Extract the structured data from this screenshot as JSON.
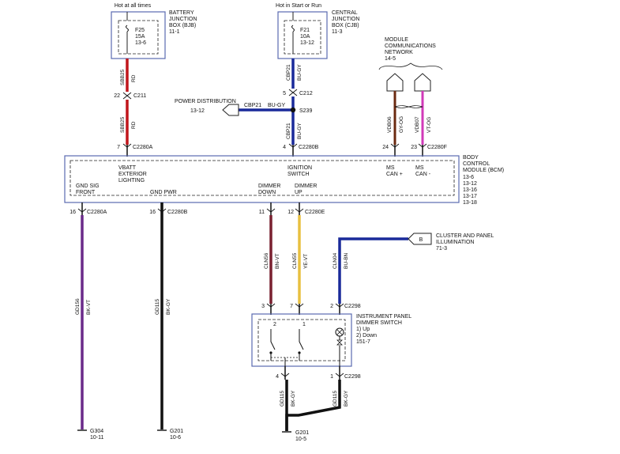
{
  "colors": {
    "red": "#c0151b",
    "blue": "#1a2a9a",
    "black": "#111111",
    "violet": "#6a2a8a",
    "brown": "#6b2a10",
    "magenta": "#d13ab8",
    "yellow": "#e8c040",
    "frame": "#5a6ab0"
  },
  "bjb": {
    "hot_label": "Hot at all times",
    "title": [
      "BATTERY",
      "JUNCTION",
      "BOX (BJB)",
      "11-1"
    ],
    "fuse": [
      "F25",
      "15A",
      "13-6"
    ]
  },
  "cjb": {
    "hot_label": "Hot in Start or Run",
    "title": [
      "CENTRAL",
      "JUNCTION",
      "BOX (CJB)",
      "11-3"
    ],
    "fuse": [
      "F21",
      "10A",
      "13-12"
    ]
  },
  "network": {
    "title": [
      "MODULE",
      "COMMUNICATIONS",
      "NETWORK",
      "14-5"
    ]
  },
  "power_dist": {
    "label": "POWER DISTRIBUTION",
    "ref": "13-12",
    "circuit": "CBP21",
    "color": "BU-GY"
  },
  "splice": "S239",
  "wires": {
    "sbb25_top": [
      "SBB25",
      "RD"
    ],
    "sbb25_bottom": [
      "SBB25",
      "RD"
    ],
    "cbp21_top": [
      "CBP21",
      "BU-GY"
    ],
    "cbp21_bottom": [
      "CBP21",
      "BU-GY"
    ],
    "vdb06": [
      "VDB06",
      "GY-OG"
    ],
    "vdb07": [
      "VDB07",
      "VT-OG"
    ],
    "gd156": [
      "GD156",
      "BK-VT"
    ],
    "gd115_left": [
      "GD115",
      "BK-GY"
    ],
    "cln56": [
      "CLN56",
      "BN-VT"
    ],
    "cln55": [
      "CLN55",
      "YE-VT"
    ],
    "cln04": [
      "CLN04",
      "BU-BN"
    ],
    "gd115_sw_left": [
      "GD115",
      "BK-GY"
    ],
    "gd115_sw_right": [
      "GD115",
      "BK-GY"
    ]
  },
  "connectors": {
    "c211": {
      "pin": "22",
      "name": "C211"
    },
    "c212": {
      "pin": "5",
      "name": "C212"
    },
    "c2280a_top": {
      "pin": "7",
      "name": "C2280A"
    },
    "c2280b_top": {
      "pin": "4",
      "name": "C2280B"
    },
    "c2280f_a": {
      "pin": "24",
      "name": ""
    },
    "c2280f_b": {
      "pin": "23",
      "name": "C2280F"
    },
    "c2280a_bot": {
      "pin": "16",
      "name": "C2280A"
    },
    "c2280b_bot": {
      "pin": "16",
      "name": "C2280B"
    },
    "c2280e_a": {
      "pin": "11",
      "name": ""
    },
    "c2280e_b": {
      "pin": "12",
      "name": "C2280E"
    },
    "c2298_a": {
      "pin": "3",
      "name": ""
    },
    "c2298_b": {
      "pin": "7",
      "name": ""
    },
    "c2298_c": {
      "pin": "2",
      "name": "C2298"
    },
    "c2298_d": {
      "pin": "4",
      "name": ""
    },
    "c2298_e": {
      "pin": "1",
      "name": "C2298"
    }
  },
  "bcm": {
    "title": [
      "BODY",
      "CONTROL",
      "MODULE (BCM)",
      "13-6",
      "13-12",
      "13-16",
      "13-17",
      "13-18"
    ],
    "vbatt": [
      "VBATT",
      "EXTERIOR",
      "LIGHTING"
    ],
    "ignition": [
      "IGNITION",
      "SWITCH"
    ],
    "ms_can_plus": [
      "MS",
      "CAN +"
    ],
    "ms_can_minus": [
      "MS",
      "CAN -"
    ],
    "gnd_sig": [
      "GND SIG",
      "FRONT"
    ],
    "gnd_pwr": "GND PWR",
    "dimmer_down": [
      "DIMMER",
      "DOWN"
    ],
    "dimmer_up": [
      "DIMMER",
      "UP"
    ]
  },
  "cluster": {
    "tag": "B",
    "title": [
      "CLUSTER AND PANEL",
      "ILLUMINATION",
      "71-3"
    ]
  },
  "dimmer_switch": {
    "title": [
      "INSTRUMENT PANEL",
      "DIMMER SWITCH",
      "1) Up",
      "2) Down",
      "151-7"
    ],
    "pin_left": "2",
    "pin_right": "1"
  },
  "grounds": {
    "g304": [
      "G304",
      "10-11"
    ],
    "g201_left": [
      "G201",
      "10-6"
    ],
    "g201_center": [
      "G201",
      "10-5"
    ]
  }
}
